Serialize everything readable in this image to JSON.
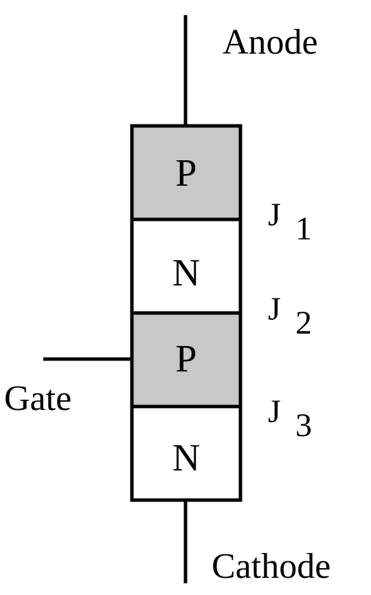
{
  "terminals": {
    "anode": "Anode",
    "cathode": "Cathode",
    "gate": "Gate"
  },
  "layers": [
    {
      "label": "P",
      "fill": "#c8c8c8"
    },
    {
      "label": "N",
      "fill": "#ffffff"
    },
    {
      "label": "P",
      "fill": "#c8c8c8"
    },
    {
      "label": "N",
      "fill": "#ffffff"
    }
  ],
  "junctions": [
    {
      "letter": "J",
      "index": "1"
    },
    {
      "letter": "J",
      "index": "2"
    },
    {
      "letter": "J",
      "index": "3"
    }
  ],
  "colors": {
    "stroke": "#000000",
    "p_fill": "#c8c8c8",
    "n_fill": "#ffffff"
  }
}
